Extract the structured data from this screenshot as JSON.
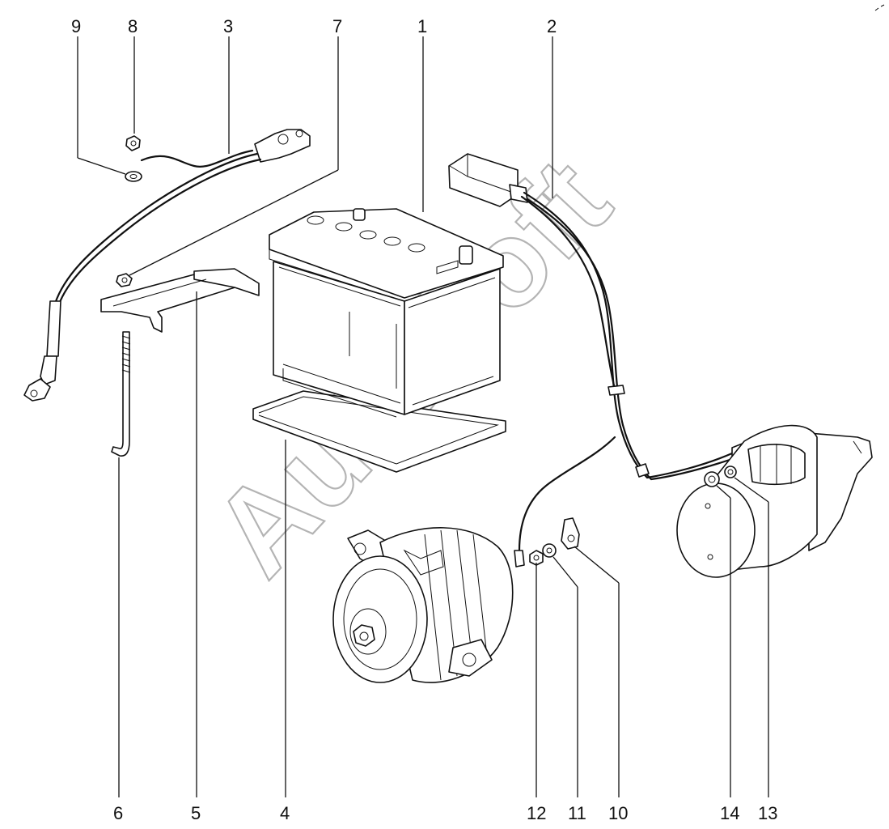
{
  "callouts": {
    "c1": "1",
    "c2": "2",
    "c3": "3",
    "c4": "4",
    "c5": "5",
    "c6": "6",
    "c7": "7",
    "c8": "8",
    "c9": "9",
    "c10": "10",
    "c11": "11",
    "c12": "12",
    "c13": "13",
    "c14": "14"
  },
  "watermark": "AutoSoft",
  "colors": {
    "line": "#111111",
    "watermark": "#b4b4b4",
    "background": "#ffffff"
  }
}
